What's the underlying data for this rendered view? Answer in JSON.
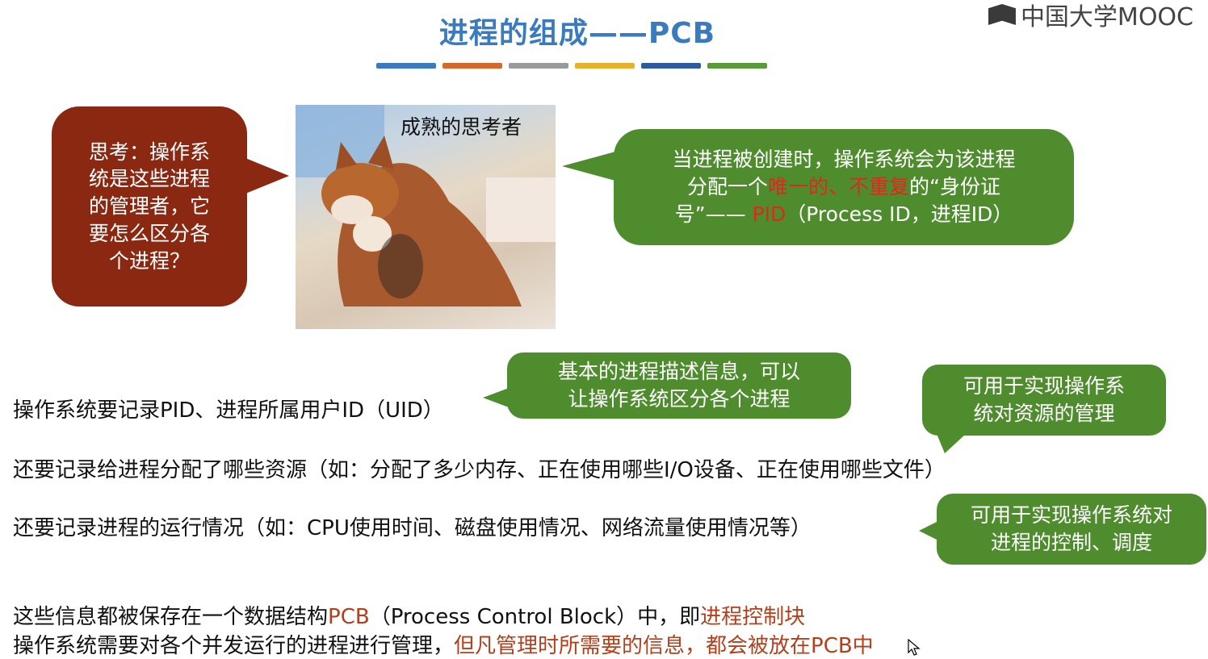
{
  "title": "进程的组成——PCB",
  "logo_text": "中国大学MOOC",
  "stripe_colors": [
    "#3a7bbf",
    "#d46a2a",
    "#9a9a9a",
    "#e8b12c",
    "#2d5aa0",
    "#5a9a3a"
  ],
  "think_bubble": {
    "lines": [
      "思考：操作系",
      "统是这些进程",
      "的管理者，它",
      "要怎么区分各",
      "个进程？"
    ]
  },
  "photo": {
    "caption": "成熟的思考者"
  },
  "pid_bubble": {
    "line1": "当进程被创建时，操作系统会为该进程",
    "line2_a": "分配一个",
    "line2_red": "唯一的、不重复",
    "line2_b": "的“身份证",
    "line3_a": "号”——",
    "line3_red": "PID",
    "line3_b": "（Process ID，进程ID）"
  },
  "callouts": {
    "basic_info": [
      "基本的进程描述信息，可以",
      "让操作系统区分各个进程"
    ],
    "resource_mgmt": [
      "可用于实现操作系",
      "统对资源的管理"
    ],
    "process_control": [
      "可用于实现操作系统对",
      "进程的控制、调度"
    ]
  },
  "body": {
    "line1": "操作系统要记录PID、进程所属用户ID（UID）",
    "line2": "还要记录给进程分配了哪些资源（如：分配了多少内存、正在使用哪些I/O设备、正在使用哪些文件）",
    "line3": "还要记录进程的运行情况（如：CPU使用时间、磁盘使用情况、网络流量使用情况等）",
    "line4_a": "这些信息都被保存在一个数据结构",
    "line4_pcb": "PCB",
    "line4_b": "（Process Control Block）中，即",
    "line4_c": "进程控制块",
    "line5_a": "操作系统需要对各个并发运行的进程进行管理，",
    "line5_b": "但凡管理时所需要的信息，都会被放在PCB中"
  }
}
